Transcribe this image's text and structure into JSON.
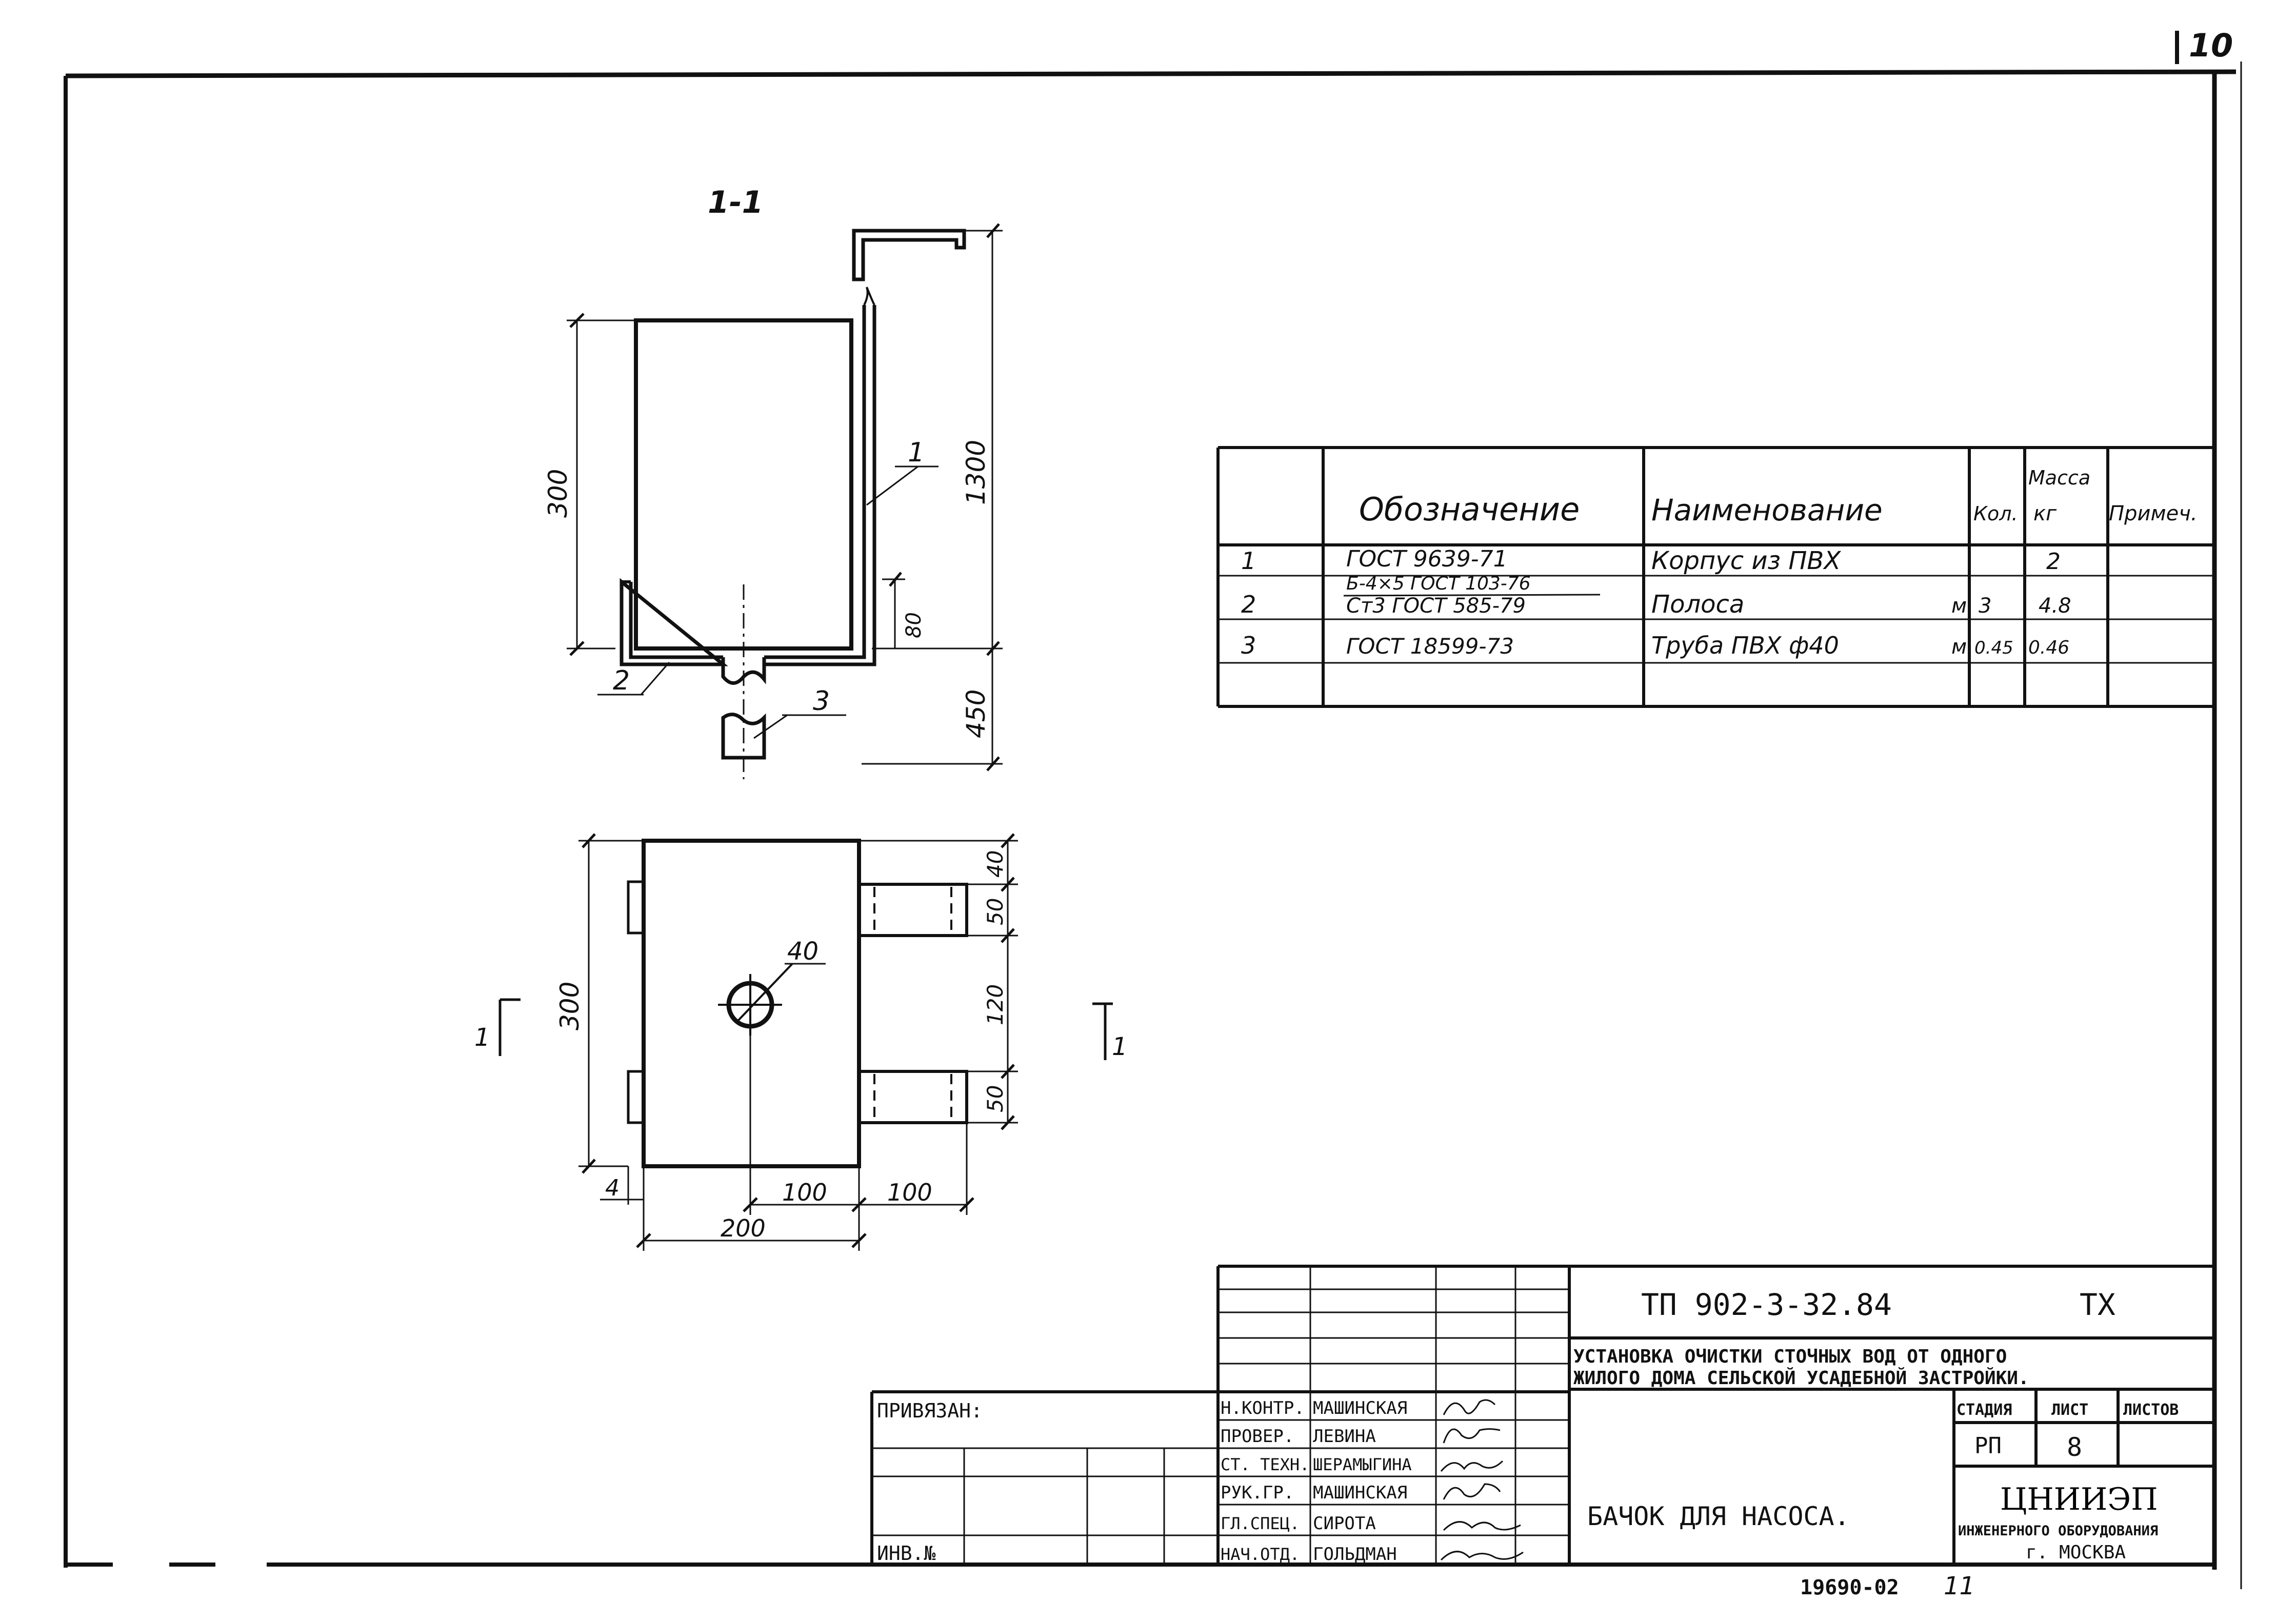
{
  "sheet_number": "10",
  "section_label": "1-1",
  "section_markers": {
    "left_num": "1",
    "right_num": "1"
  },
  "leaders": {
    "item1": "1",
    "item2": "2",
    "item3": "3"
  },
  "dimensions": {
    "section_height_body": "300",
    "section_height_total": "1300",
    "section_80": "80",
    "section_450": "450",
    "plan_height": "300",
    "plan_40": "40",
    "plan_50_top": "50",
    "plan_120": "120",
    "plan_50_bottom": "50",
    "plan_hole": "40",
    "plan_4": "4",
    "plan_100_left": "100",
    "plan_100_right": "100",
    "plan_width": "200"
  },
  "spec_table": {
    "headers": {
      "designation": "Обозначение",
      "name": "Наименование",
      "qty": "Кол.",
      "mass_top": "Масса",
      "mass_bottom": "кг",
      "note": "Примеч."
    },
    "rows": [
      {
        "pos": "1",
        "designation": "ГОСТ 9639-71",
        "designation2": "",
        "name": "Корпус из ПВХ",
        "unit": "",
        "qty": "",
        "mass": "2"
      },
      {
        "pos": "2",
        "designation": "Б-4×5 ГОСТ 103-76",
        "designation2": "Ст3 ГОСТ 585-79",
        "name": "Полоса",
        "unit": "м",
        "qty": "3",
        "mass": "4.8"
      },
      {
        "pos": "3",
        "designation": "ГОСТ 18599-73",
        "designation2": "",
        "name": "Труба ПВХ ф40",
        "unit": "м",
        "qty": "0.45",
        "mass": "0.46"
      }
    ]
  },
  "title_block": {
    "code": "ТП 902-3-32.84",
    "mark": "ТХ",
    "project": "УСТАНОВКА ОЧИСТКИ СТОЧНЫХ ВОД ОТ ОДНОГО",
    "project2": "ЖИЛОГО ДОМА СЕЛЬСКОЙ УСАДЕБНОЙ ЗАСТРОЙКИ.",
    "stage_label": "СТАДИЯ",
    "sheet_label": "ЛИСТ",
    "sheets_label": "ЛИСТОВ",
    "stage": "РП",
    "sheet": "8",
    "drawing_title": "БАЧОК ДЛЯ НАСОСА.",
    "org": "ЦНИИЭП",
    "org2": "ИНЖЕНЕРНОГО ОБОРУДОВАНИЯ",
    "org3": "г. МОСКВА",
    "roles": [
      "Н.КОНТР.",
      "ПРОВЕР.",
      "СТ. ТЕХН.",
      "РУК.ГР.",
      "ГЛ.СПЕЦ.",
      "НАЧ.ОТД."
    ],
    "names": [
      "МАШИНСКАЯ",
      "ЛЕВИНА",
      "ШЕРАМЫГИНА",
      "МАШИНСКАЯ",
      "СИРОТА",
      "ГОЛЬДМАН"
    ],
    "bound_label": "ПРИВЯЗАН:",
    "inv_label": "ИНВ.№"
  },
  "bottom_number": "19690-02",
  "bottom_sheet": "11"
}
